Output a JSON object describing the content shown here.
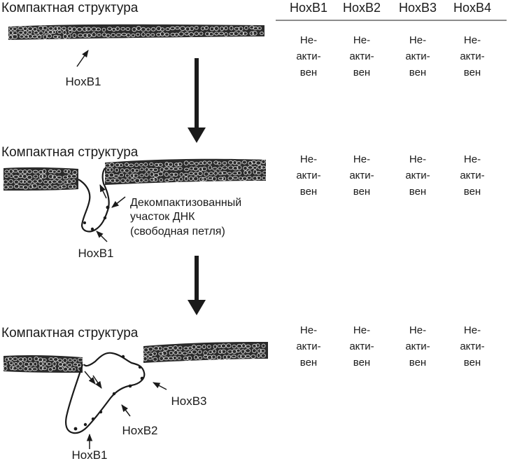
{
  "table": {
    "headers": [
      "HoxB1",
      "HoxB2",
      "HoxB3",
      "HoxB4"
    ],
    "rows": [
      [
        "Не-\nакти-\nвен",
        "Не-\nакти-\nвен",
        "Не-\nакти-\nвен",
        "Не-\nакти-\nвен"
      ],
      [
        "Не-\nакти-\nвен",
        "Не-\nакти-\nвен",
        "Не-\nакти-\nвен",
        "Не-\nакти-\nвен"
      ],
      [
        "Не-\nакти-\nвен",
        "Не-\nакти-\nвен",
        "Не-\nакти-\nвен",
        "Не-\nакти-\nвен"
      ]
    ]
  },
  "stages": [
    {
      "title": "Компактная структура",
      "labels": {
        "hoxb1": "HoxB1"
      }
    },
    {
      "title": "Компактная структура",
      "labels": {
        "hoxb1": "HoxB1",
        "loop_note_1": "Декомпактизованный",
        "loop_note_2": "участок ДНК",
        "loop_note_3": "(свободная петля)"
      }
    },
    {
      "title": "Компактная структура",
      "labels": {
        "hoxb1": "HoxB1",
        "hoxb2": "HoxB2",
        "hoxb3": "HoxB3"
      }
    }
  ]
}
